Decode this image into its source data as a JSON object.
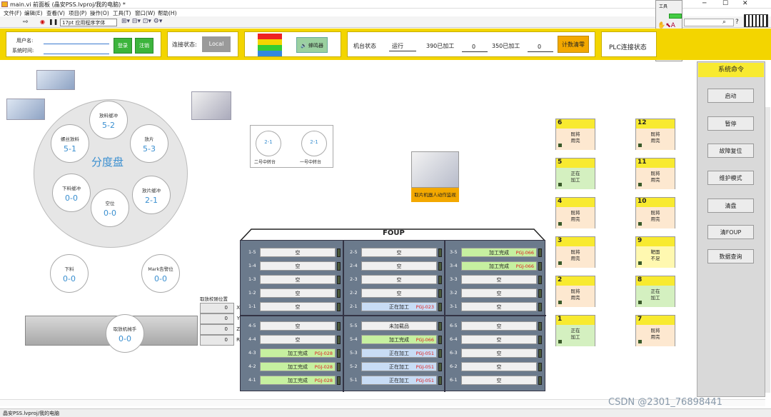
{
  "window": {
    "title": "main.vi 前面板 (晶安PSS.lvproj/我的电脑) *"
  },
  "menu": [
    "文件(F)",
    "编辑(E)",
    "查看(V)",
    "项目(P)",
    "操作(O)",
    "工具(T)",
    "窗口(W)",
    "帮助(H)"
  ],
  "toolbar": {
    "font": "17pt 应用程序字体"
  },
  "header": {
    "user_label": "用户名:",
    "time_label": "系统时间:",
    "login": "登录",
    "logout": "注销",
    "conn_label": "连接状态:",
    "conn_value": "Local",
    "buzzer": "蜂鸣器",
    "machine_state_label": "机台状态",
    "machine_state_value": "运行",
    "c390_label": "390已加工",
    "c390_value": "0",
    "c350_label": "350已加工",
    "c350_value": "0",
    "clear_count": "计数清零",
    "plc_label": "PLC连接状态"
  },
  "disc": {
    "title": "分度盘",
    "stations": [
      {
        "label": "放料缓冲",
        "value": "5-2"
      },
      {
        "label": "螺丝放料",
        "value": "5-1"
      },
      {
        "label": "放片",
        "value": "5-3"
      },
      {
        "label": "下料缓冲",
        "value": "0-0"
      },
      {
        "label": "放片缓冲",
        "value": "2-1"
      },
      {
        "label": "空位",
        "value": "0-0"
      }
    ],
    "unload": {
      "label": "下料",
      "value": "0-0"
    },
    "mark": {
      "label": "Mark告警位",
      "value": "0-0"
    }
  },
  "turntables": [
    {
      "label": "二号中转台",
      "value": "2-1"
    },
    {
      "label": "一号中转台",
      "value": "2-1"
    }
  ],
  "robot_label": "取片机器人动作监视",
  "pickup": {
    "title": "取放校随位置",
    "rows": [
      {
        "v": "0",
        "a": "X"
      },
      {
        "v": "0",
        "a": "Y"
      },
      {
        "v": "0",
        "a": "Z"
      },
      {
        "v": "0",
        "a": "R"
      }
    ]
  },
  "placer": {
    "label": "取放机械手",
    "value": "0-0"
  },
  "foup": {
    "title": "FOUP",
    "slots": [
      {
        "n": "1-5",
        "t": "空",
        "s": "",
        "c": "",
        "x": 0,
        "y": 0
      },
      {
        "n": "1-4",
        "t": "空",
        "s": "",
        "c": "",
        "x": 0,
        "y": 1
      },
      {
        "n": "1-3",
        "t": "空",
        "s": "",
        "c": "",
        "x": 0,
        "y": 2
      },
      {
        "n": "1-2",
        "t": "空",
        "s": "",
        "c": "",
        "x": 0,
        "y": 3
      },
      {
        "n": "1-1",
        "t": "空",
        "s": "",
        "c": "",
        "x": 0,
        "y": 4
      },
      {
        "n": "4-5",
        "t": "空",
        "s": "",
        "c": "",
        "x": 0,
        "y": 5
      },
      {
        "n": "4-4",
        "t": "空",
        "s": "",
        "c": "",
        "x": 0,
        "y": 6
      },
      {
        "n": "4-3",
        "t": "加工完成",
        "s": "PGJ-028",
        "c": "green",
        "x": 0,
        "y": 7
      },
      {
        "n": "4-2",
        "t": "加工完成",
        "s": "PGJ-028",
        "c": "green",
        "x": 0,
        "y": 8
      },
      {
        "n": "4-1",
        "t": "加工完成",
        "s": "PGJ-028",
        "c": "green",
        "x": 0,
        "y": 9
      },
      {
        "n": "2-5",
        "t": "空",
        "s": "",
        "c": "",
        "x": 1,
        "y": 0
      },
      {
        "n": "2-4",
        "t": "空",
        "s": "",
        "c": "",
        "x": 1,
        "y": 1
      },
      {
        "n": "2-3",
        "t": "空",
        "s": "",
        "c": "",
        "x": 1,
        "y": 2
      },
      {
        "n": "2-2",
        "t": "空",
        "s": "",
        "c": "",
        "x": 1,
        "y": 3
      },
      {
        "n": "2-1",
        "t": "正在加工",
        "s": "PGJ-023",
        "c": "blue",
        "x": 1,
        "y": 4
      },
      {
        "n": "5-5",
        "t": "未加载品",
        "s": "",
        "c": "",
        "x": 1,
        "y": 5
      },
      {
        "n": "5-4",
        "t": "加工完成",
        "s": "PGJ-066",
        "c": "green",
        "x": 1,
        "y": 6
      },
      {
        "n": "5-3",
        "t": "正在加工",
        "s": "PGJ-051",
        "c": "blue",
        "x": 1,
        "y": 7
      },
      {
        "n": "5-2",
        "t": "正在加工",
        "s": "PGJ-051",
        "c": "blue",
        "x": 1,
        "y": 8
      },
      {
        "n": "5-1",
        "t": "正在加工",
        "s": "PGJ-051",
        "c": "blue",
        "x": 1,
        "y": 9
      },
      {
        "n": "3-5",
        "t": "加工完成",
        "s": "PGJ-066",
        "c": "green",
        "x": 2,
        "y": 0
      },
      {
        "n": "3-4",
        "t": "加工完成",
        "s": "PGJ-066",
        "c": "green",
        "x": 2,
        "y": 1
      },
      {
        "n": "3-3",
        "t": "空",
        "s": "",
        "c": "",
        "x": 2,
        "y": 2
      },
      {
        "n": "3-2",
        "t": "空",
        "s": "",
        "c": "",
        "x": 2,
        "y": 3
      },
      {
        "n": "3-1",
        "t": "空",
        "s": "",
        "c": "",
        "x": 2,
        "y": 4
      },
      {
        "n": "6-5",
        "t": "空",
        "s": "",
        "c": "",
        "x": 2,
        "y": 5
      },
      {
        "n": "6-4",
        "t": "空",
        "s": "",
        "c": "",
        "x": 2,
        "y": 6
      },
      {
        "n": "6-3",
        "t": "空",
        "s": "",
        "c": "",
        "x": 2,
        "y": 7
      },
      {
        "n": "6-2",
        "t": "空",
        "s": "",
        "c": "",
        "x": 2,
        "y": 8
      },
      {
        "n": "6-1",
        "t": "空",
        "s": "",
        "c": "",
        "x": 2,
        "y": 9
      }
    ]
  },
  "chambers": [
    {
      "n": "6",
      "t1": "既将",
      "t2": "用完",
      "bg": "#fde8d0",
      "x": 0,
      "y": 0
    },
    {
      "n": "5",
      "t1": "正在",
      "t2": "加工",
      "bg": "#d4f0c0",
      "x": 0,
      "y": 1
    },
    {
      "n": "4",
      "t1": "既将",
      "t2": "用完",
      "bg": "#fde8d0",
      "x": 0,
      "y": 2
    },
    {
      "n": "3",
      "t1": "既将",
      "t2": "用完",
      "bg": "#fde8d0",
      "x": 0,
      "y": 3
    },
    {
      "n": "2",
      "t1": "既将",
      "t2": "用完",
      "bg": "#fde8d0",
      "x": 0,
      "y": 4
    },
    {
      "n": "1",
      "t1": "正在",
      "t2": "加工",
      "bg": "#d4f0c0",
      "x": 0,
      "y": 5
    },
    {
      "n": "12",
      "t1": "既将",
      "t2": "用完",
      "bg": "#fde8d0",
      "x": 1,
      "y": 0
    },
    {
      "n": "11",
      "t1": "既将",
      "t2": "用完",
      "bg": "#fde8d0",
      "x": 1,
      "y": 1
    },
    {
      "n": "10",
      "t1": "既将",
      "t2": "用完",
      "bg": "#fde8d0",
      "x": 1,
      "y": 2
    },
    {
      "n": "9",
      "t1": "靶面",
      "t2": "不足",
      "bg": "#fff8b0",
      "x": 1,
      "y": 3
    },
    {
      "n": "8",
      "t1": "正在",
      "t2": "加工",
      "bg": "#d4f0c0",
      "x": 1,
      "y": 4
    },
    {
      "n": "7",
      "t1": "既将",
      "t2": "用完",
      "bg": "#fde8d0",
      "x": 1,
      "y": 5
    }
  ],
  "system": {
    "title": "系统命令",
    "buttons": [
      "启动",
      "暂停",
      "故障复位",
      "维护模式",
      "清盘",
      "清FOUP",
      "数据查询"
    ]
  },
  "status_bar": {
    "text": "晶安PSS.lvproj/我的电脑",
    "watermark": "CSDN @2301_76898441"
  }
}
